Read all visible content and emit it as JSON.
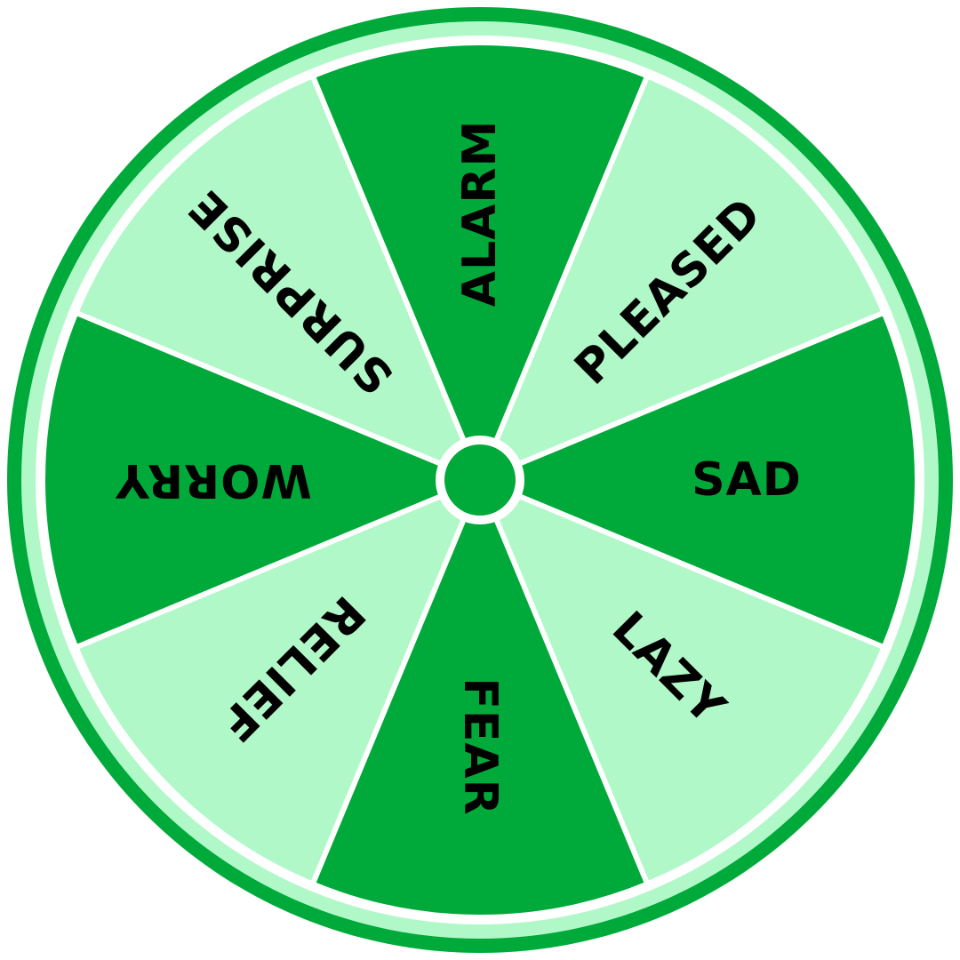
{
  "wheel": {
    "segments": [
      {
        "label": "ALARM",
        "shade": "dark"
      },
      {
        "label": "PLEASED",
        "shade": "light"
      },
      {
        "label": "SAD",
        "shade": "dark"
      },
      {
        "label": "LAZY",
        "shade": "light"
      },
      {
        "label": "FEAR",
        "shade": "dark"
      },
      {
        "label": "RELIEF",
        "shade": "light"
      },
      {
        "label": "WORRY",
        "shade": "dark"
      },
      {
        "label": "SURPRISE",
        "shade": "light"
      }
    ],
    "colors": {
      "dark": "#00aa3a",
      "light": "#b0f8c8",
      "separator": "#ffffff",
      "text": "#000000"
    }
  }
}
